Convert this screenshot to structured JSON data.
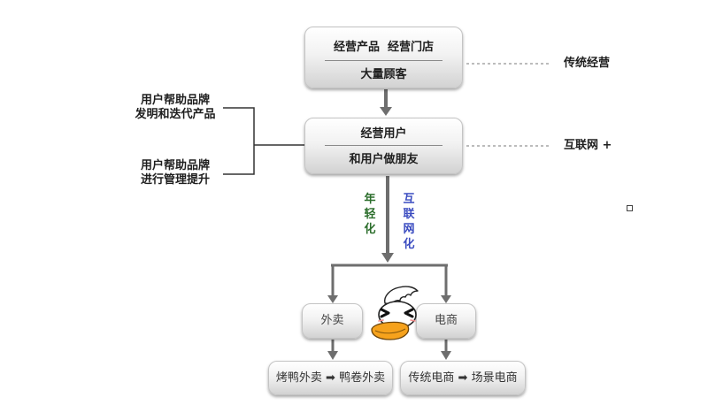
{
  "diagram": {
    "traditional": {
      "box_line1": "经营产品  经营门店",
      "box_line2": "大量顾客",
      "label": "传统经营"
    },
    "internet": {
      "box_line1": "经营用户",
      "box_line2": "和用户做朋友",
      "label": "互联网 +"
    },
    "user_roles": [
      {
        "line1": "用户帮助品牌",
        "line2": "发明和迭代产品"
      },
      {
        "line1": "用户帮助品牌",
        "line2": "进行管理提升"
      }
    ],
    "transformation_labels": [
      {
        "text": "年轻化"
      },
      {
        "text": "互联网化"
      }
    ],
    "branches": [
      {
        "label": "外卖",
        "result": "烤鸭外卖 ➡ 鸭卷外卖"
      },
      {
        "label": "电商",
        "result": "传统电商 ➡ 场景电商"
      }
    ],
    "mascot_icon": "duck-mascot-icon",
    "colors": {
      "young_label": "#2c6e2c",
      "internet_label": "#3b4cc0",
      "connector": "#6e6e6e",
      "duck_beak": "#f6a21c"
    }
  }
}
